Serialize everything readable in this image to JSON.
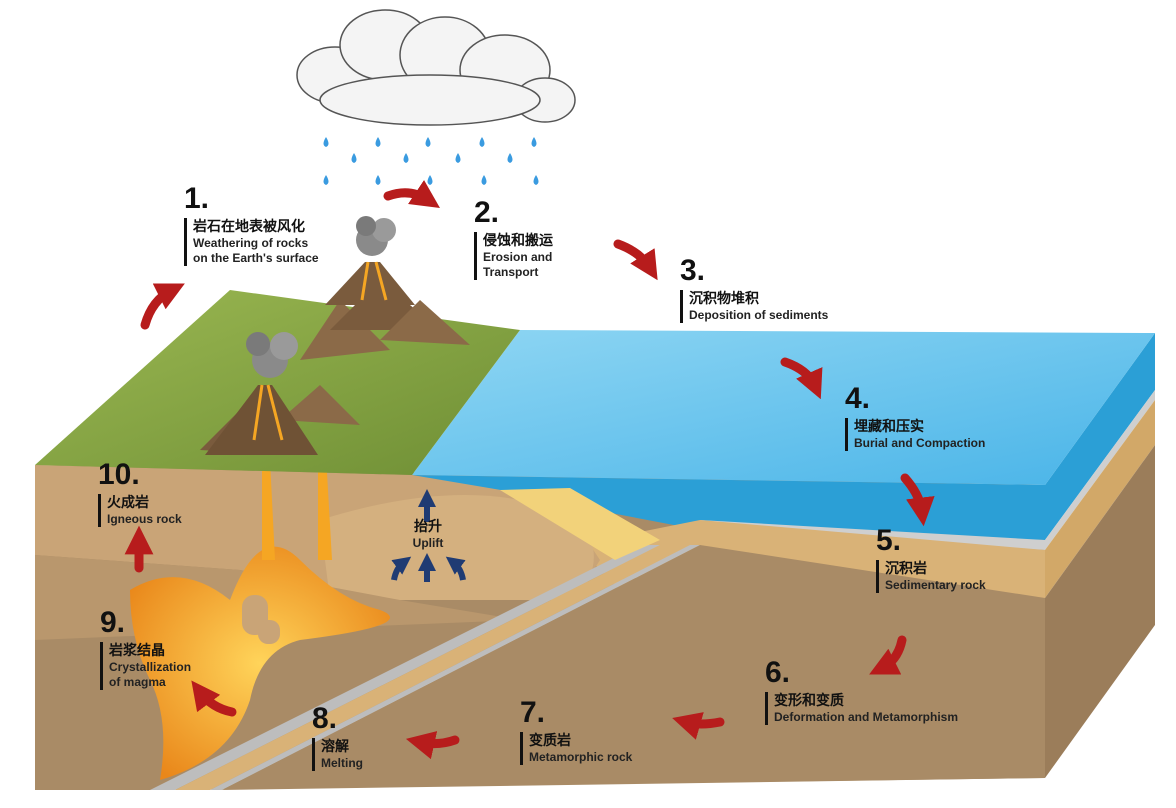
{
  "steps": [
    {
      "num": "1.",
      "cn": "岩石在地表被风化",
      "en": "Weathering of rocks\non the Earth's surface"
    },
    {
      "num": "2.",
      "cn": "侵蚀和搬运",
      "en": "Erosion and\nTransport"
    },
    {
      "num": "3.",
      "cn": "沉积物堆积",
      "en": "Deposition of sediments"
    },
    {
      "num": "4.",
      "cn": "埋藏和压实",
      "en": "Burial and Compaction"
    },
    {
      "num": "5.",
      "cn": "沉积岩",
      "en": "Sedimentary rock"
    },
    {
      "num": "6.",
      "cn": "变形和变质",
      "en": "Deformation and Metamorphism"
    },
    {
      "num": "7.",
      "cn": "变质岩",
      "en": "Metamorphic rock"
    },
    {
      "num": "8.",
      "cn": "溶解",
      "en": "Melting"
    },
    {
      "num": "9.",
      "cn": "岩浆结晶",
      "en": "Crystallization\nof magma"
    },
    {
      "num": "10.",
      "cn": "火成岩",
      "en": "Igneous rock"
    }
  ],
  "uplift": {
    "cn": "抬升",
    "en": "Uplift"
  },
  "colors": {
    "ocean_top": "#5ec3ee",
    "ocean_side": "#2b9fd6",
    "land_green": "#8aa845",
    "sediment_tan": "#d9b277",
    "crust_brown": "#a98b66",
    "magma": "#f5a623",
    "arrow_red": "#b71c1c",
    "arrow_blue": "#1f3b73",
    "rain": "#3a9be0"
  },
  "icons": [
    "cloud-icon",
    "raindrop-icon",
    "volcano-icon",
    "cycle-arrow-icon",
    "uplift-arrow-icon"
  ]
}
